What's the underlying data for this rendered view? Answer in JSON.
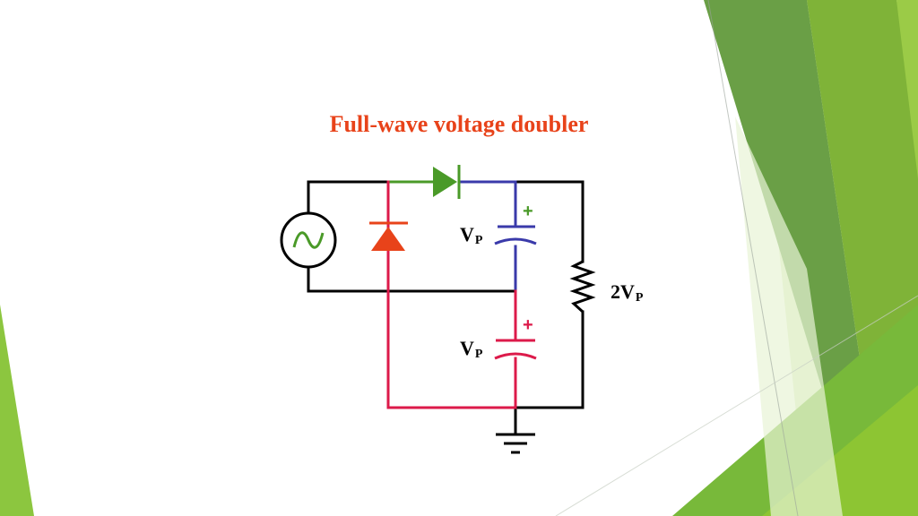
{
  "slide": {
    "title": "Full-wave voltage doubler",
    "labels": {
      "top_cap_main": "V",
      "top_cap_sub": "P",
      "bottom_cap_main": "V",
      "bottom_cap_sub": "P",
      "load_main": "2V",
      "load_sub": "P",
      "top_cap_plus": "+",
      "bottom_cap_plus": "+"
    },
    "colors": {
      "title": "#e8431a",
      "wire": "#000000",
      "diode_top": "#4a9a28",
      "diode_bottom": "#e8431a",
      "top_cap_branch": "#3a3aaa",
      "bottom_cap_branch": "#dc1a4a",
      "decor_green_dark": "#5e9a3a",
      "decor_green_light": "#8cc63f"
    },
    "icons": [
      "ac-source-icon",
      "diode-icon",
      "capacitor-icon",
      "resistor-icon",
      "ground-icon"
    ]
  }
}
